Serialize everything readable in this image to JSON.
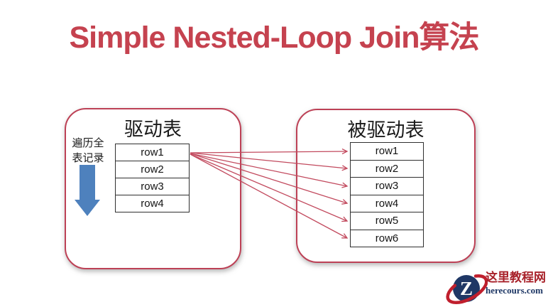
{
  "title": "Simple Nested-Loop Join算法",
  "left_panel": {
    "title": "驱动表",
    "side_label_line1": "遍历全",
    "side_label_line2": "表记录",
    "rows": [
      "row1",
      "row2",
      "row3",
      "row4"
    ]
  },
  "right_panel": {
    "title": "被驱动表",
    "rows": [
      "row1",
      "row2",
      "row3",
      "row4",
      "row5",
      "row6"
    ]
  },
  "connections": {
    "description": "row1 of driving table is compared against every row of driven table",
    "from_table": "驱动表",
    "from_row": "row1",
    "to_table": "被驱动表",
    "to_rows": [
      "row1",
      "row2",
      "row3",
      "row4",
      "row5",
      "row6"
    ]
  },
  "colors": {
    "title_red": "#c5424f",
    "panel_border_red": "#bd4156",
    "arrow_red": "#c24a5e",
    "traverse_arrow_blue": "#4e81bd",
    "logo_navy": "#1f3765",
    "logo_red_text": "#a8222a",
    "logo_swoosh_red": "#c01f2d"
  },
  "logo": {
    "monogram": "Z",
    "site_name": "这里教程网",
    "domain": "herecours.com"
  }
}
